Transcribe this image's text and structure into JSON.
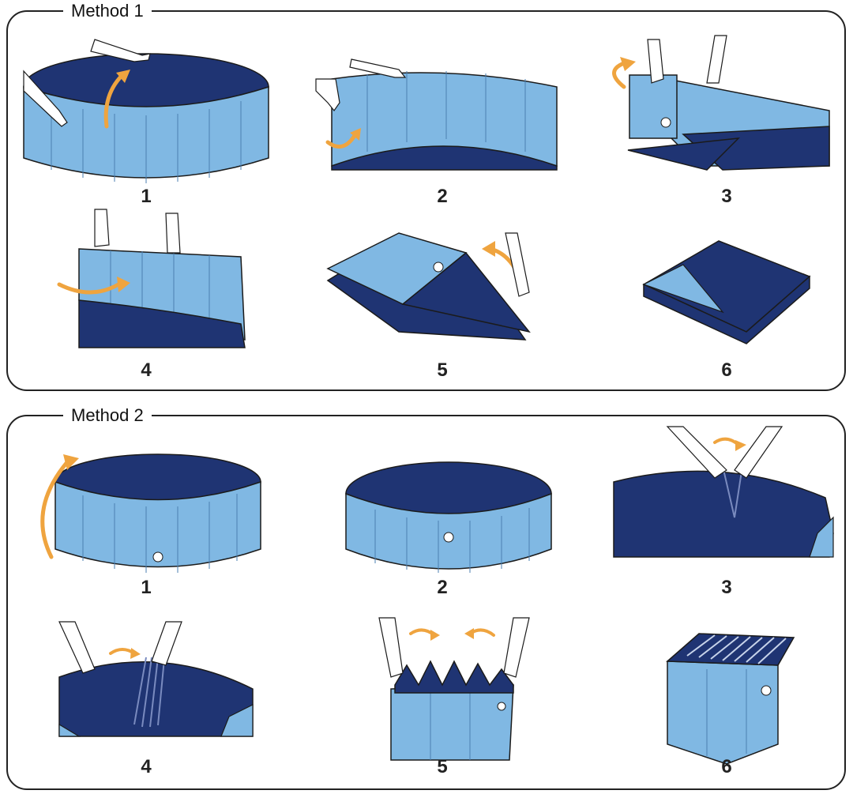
{
  "colors": {
    "dark_blue": "#1f3473",
    "light_blue": "#80b8e3",
    "arrow_orange": "#efa43f",
    "outline": "#1b1b1b"
  },
  "methods": [
    {
      "title": "Method 1",
      "steps": [
        {
          "number": "1"
        },
        {
          "number": "2"
        },
        {
          "number": "3"
        },
        {
          "number": "4"
        },
        {
          "number": "5"
        },
        {
          "number": "6"
        }
      ]
    },
    {
      "title": "Method 2",
      "steps": [
        {
          "number": "1"
        },
        {
          "number": "2"
        },
        {
          "number": "3"
        },
        {
          "number": "4"
        },
        {
          "number": "5"
        },
        {
          "number": "6"
        }
      ]
    }
  ]
}
